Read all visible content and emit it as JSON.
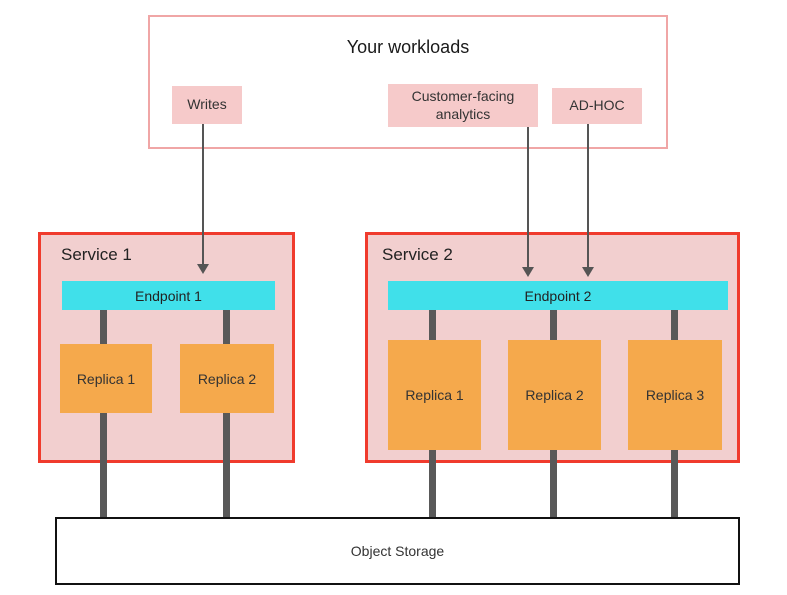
{
  "workloads": {
    "title": "Your workloads",
    "items": [
      {
        "label": "Writes"
      },
      {
        "label": "Customer-facing analytics"
      },
      {
        "label": "AD-HOC"
      }
    ]
  },
  "services": [
    {
      "name": "Service 1",
      "endpoint": "Endpoint 1",
      "replicas": [
        "Replica 1",
        "Replica 2"
      ]
    },
    {
      "name": "Service 2",
      "endpoint": "Endpoint 2",
      "replicas": [
        "Replica 1",
        "Replica 2",
        "Replica 3"
      ]
    }
  ],
  "storage": {
    "label": "Object Storage"
  },
  "colors": {
    "workloads_border": "#f0a6a6",
    "workload_item_fill": "#f6caca",
    "service_border": "#f03b2d",
    "service_fill": "#f2cfcf",
    "endpoint_fill": "#40e0ea",
    "replica_fill": "#f5a94c",
    "connector": "#595959",
    "arrow": "#555555",
    "storage_border": "#111111"
  }
}
